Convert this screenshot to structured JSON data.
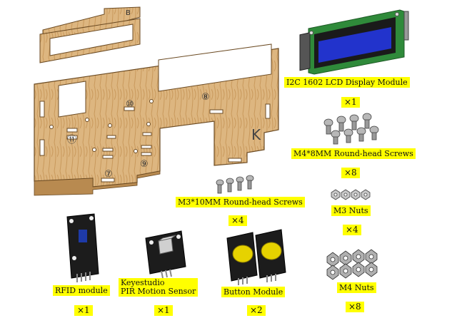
{
  "parts": [
    {
      "id": "lcd",
      "label": "I2C 1602 LCD Display Module",
      "qty": "×1"
    },
    {
      "id": "m4screw",
      "label": "M4*8MM Round-head Screws",
      "qty": "×8"
    },
    {
      "id": "m3screw",
      "label": "M3*10MM Round-head Screws",
      "qty": "×4"
    },
    {
      "id": "m3nut",
      "label": "M3 Nuts",
      "qty": "×4"
    },
    {
      "id": "rfid",
      "label": "RFID module",
      "qty": "×1"
    },
    {
      "id": "pir",
      "label_line1": "Keyestudio",
      "label_line2": "PIR Motion Sensor",
      "qty": "×1"
    },
    {
      "id": "button",
      "label": "Button Module",
      "qty": "×2"
    },
    {
      "id": "m4nut",
      "label": "M4 Nuts",
      "qty": "×8"
    }
  ],
  "panel": {
    "letter_b": "B",
    "letter_k": "K",
    "markings": [
      "⑧",
      "⑩",
      "⑪",
      "⑦",
      "⑨"
    ]
  },
  "colors": {
    "label_bg": "#ffff00",
    "wood": "#d9b27a",
    "lcd_screen": "#2233cc",
    "pcb_green": "#2f8a3a"
  }
}
